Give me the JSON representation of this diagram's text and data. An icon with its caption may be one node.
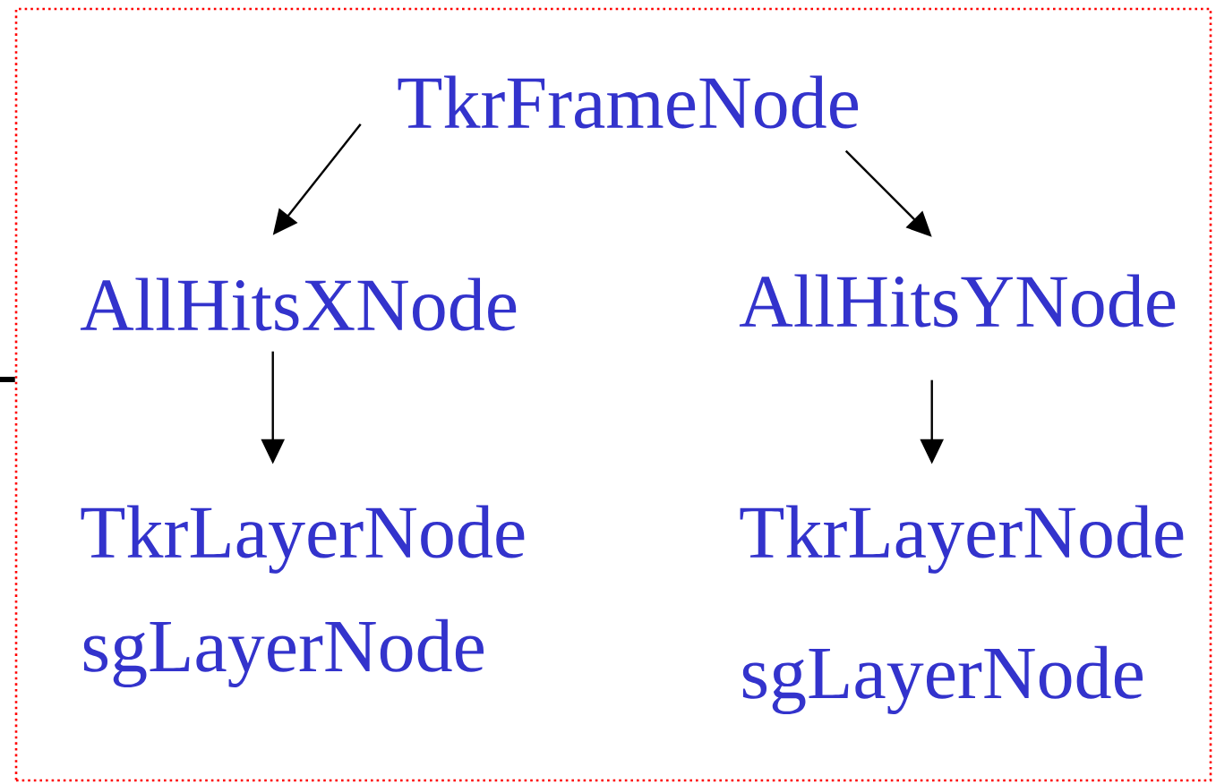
{
  "diagram": {
    "nodes": [
      {
        "text": [],
        "shape": "box"
      },
      {
        "text": [
          "TkrFrameNode"
        ],
        "in": 0
      },
      {
        "text": [
          "AllHitsXNode"
        ],
        "in": 0
      },
      {
        "text": [
          "AllHitsYNode"
        ],
        "in": 0
      },
      {
        "text": [
          "TkrLayerNode"
        ],
        "in": 0
      },
      {
        "text": [
          "TkrLayerNode"
        ],
        "in": 0
      }
    ],
    "edges": [
      {
        "from": 1,
        "to": 2,
        "arrow": "to"
      },
      {
        "from": 1,
        "to": 3,
        "arrow": "to"
      },
      {
        "from": 2,
        "to": 4,
        "arrow": "to"
      },
      {
        "from": 3,
        "to": 5,
        "arrow": "to"
      },
      {
        "from": null,
        "to": 0,
        "arrow": "none",
        "style": "thick"
      }
    ],
    "labels": [
      "sgLayerNode",
      "sgLayerNode"
    ]
  }
}
